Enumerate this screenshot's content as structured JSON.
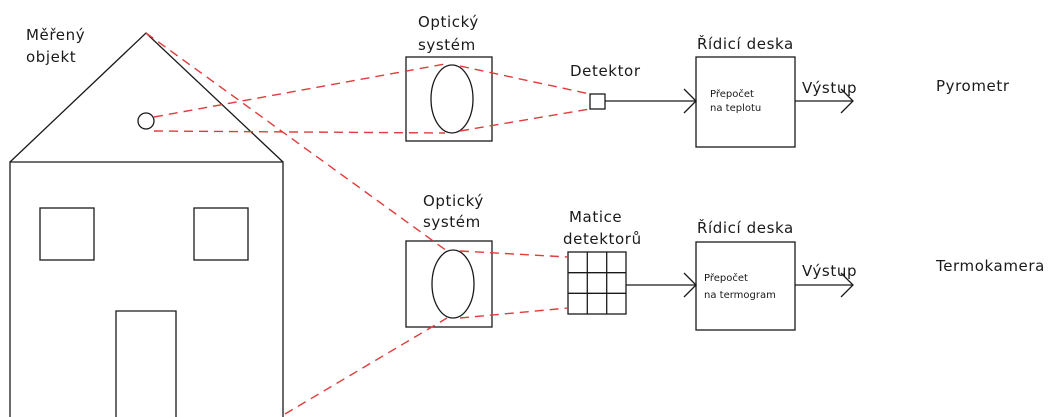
{
  "colors": {
    "line": "#1a1a1a",
    "ray": "#e03c3c",
    "background": "#ffffff"
  },
  "object": {
    "label_line1": "Měřený",
    "label_line2": "objekt"
  },
  "pyrometer": {
    "optics_line1": "Optický",
    "optics_line2": "systém",
    "detector": "Detektor",
    "board_title": "Řídicí deska",
    "board_text_line1": "Přepočet",
    "board_text_line2": "na teplotu",
    "output": "Výstup",
    "name": "Pyrometr"
  },
  "thermocamera": {
    "optics_line1": "Optický",
    "optics_line2": "systém",
    "detector_line1": "Matice",
    "detector_line2": "detektorů",
    "board_title": "Řídicí deska",
    "board_text_line1": "Přepočet",
    "board_text_line2": "na termogram",
    "output": "Výstup",
    "name": "Termokamera"
  }
}
